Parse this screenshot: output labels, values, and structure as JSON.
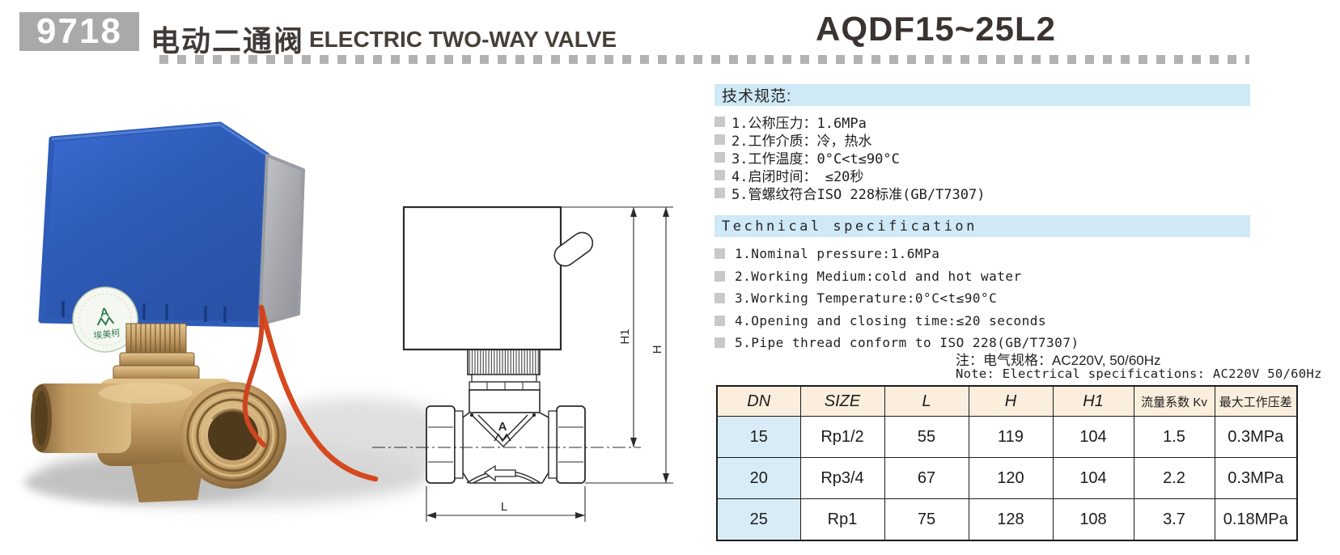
{
  "header": {
    "product_code": "9718",
    "title_cn": "电动二通阀",
    "title_en": "ELECTRIC TWO-WAY VALVE",
    "model": "AQDF15~25L2"
  },
  "specs_cn": {
    "heading": "技术规范:",
    "items": [
      "1.公称压力：1.6MPa",
      "2.工作介质：冷，热水",
      "3.工作温度：0°C<t≤90°C",
      "4.启闭时间： ≤20秒",
      "5.管螺纹符合ISO 228标准(GB/T7307)"
    ]
  },
  "specs_en": {
    "heading": "Technical specification",
    "items": [
      "1.Nominal pressure:1.6MPa",
      "2.Working Medium:cold and hot water",
      "3.Working Temperature:0°C<t≤90°C",
      "4.Opening and closing time:≤20 seconds",
      "5.Pipe thread conform to ISO 228(GB/T7307)"
    ]
  },
  "note": {
    "line_cn": "注：电气规格：AC220V, 50/60Hz",
    "line_en": "Note: Electrical specifications: AC220V 50/60Hz"
  },
  "table": {
    "headers": [
      "DN",
      "SIZE",
      "L",
      "H",
      "H1",
      "流量系数 Kv",
      "最大工作压差"
    ],
    "rows": [
      [
        "15",
        "Rp1/2",
        "55",
        "119",
        "104",
        "1.5",
        "0.3MPa"
      ],
      [
        "20",
        "Rp3/4",
        "67",
        "120",
        "104",
        "2.2",
        "0.3MPa"
      ],
      [
        "25",
        "Rp1",
        "75",
        "128",
        "108",
        "3.7",
        "0.18MPa"
      ]
    ]
  },
  "drawing": {
    "dim_h": "H",
    "dim_h1": "H1",
    "dim_l": "L",
    "logo": "A"
  },
  "photo": {
    "label_logo": "A",
    "label_text": "埃美柯"
  },
  "colors": {
    "code_box_bg": "#a9a9a9",
    "section_bar_bg": "#cfe9f6",
    "table_header_bg": "#fbeedd",
    "table_first_col_bg": "#d8ecf8",
    "actuator_blue": "#2e5cb8",
    "actuator_silver": "#a7a9ae",
    "brass": "#c49d66",
    "cable_orange": "#d6491f",
    "dotted_line_gray": "#b2b2b2"
  }
}
